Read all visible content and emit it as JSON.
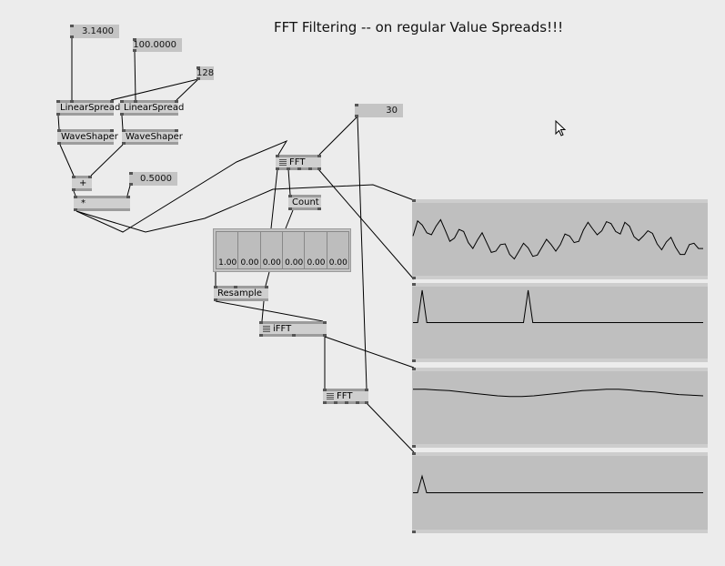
{
  "title": "FFT Filtering -- on regular Value Spreads!!!",
  "ioboxes": {
    "value_3_14": "3.1400",
    "value_100": "100.0000",
    "value_128": "128",
    "value_0_5": "0.5000",
    "value_30": "30"
  },
  "nodes": {
    "linearspread_1": "LinearSpread",
    "linearspread_2": "LinearSpread",
    "waveshaper_1": "WaveShaper",
    "waveshaper_2": "WaveShaper",
    "add": "+",
    "multiply": "*",
    "fft_1": "FFT",
    "count": "Count",
    "resample": "Resample",
    "ifft": "iFFT",
    "fft_2": "FFT"
  },
  "spread_values": [
    "1.00",
    "0.00",
    "0.00",
    "0.00",
    "0.00",
    "0.00"
  ],
  "renderers": [
    {
      "name": "input-signal",
      "values": [
        0.55,
        0.78,
        0.72,
        0.6,
        0.57,
        0.7,
        0.8,
        0.64,
        0.47,
        0.52,
        0.65,
        0.62,
        0.45,
        0.36,
        0.49,
        0.6,
        0.45,
        0.3,
        0.32,
        0.42,
        0.43,
        0.27,
        0.2,
        0.32,
        0.44,
        0.37,
        0.24,
        0.26,
        0.38,
        0.5,
        0.42,
        0.32,
        0.42,
        0.58,
        0.55,
        0.45,
        0.47,
        0.64,
        0.76,
        0.66,
        0.57,
        0.63,
        0.77,
        0.74,
        0.62,
        0.58,
        0.76,
        0.7,
        0.54,
        0.48,
        0.55,
        0.63,
        0.59,
        0.43,
        0.34,
        0.46,
        0.53,
        0.38,
        0.27,
        0.27,
        0.42,
        0.44,
        0.36,
        0.36
      ]
    },
    {
      "name": "fft-spectrum",
      "values": [
        0,
        0,
        0.5,
        0,
        0,
        0,
        0,
        0,
        0,
        0,
        0,
        0,
        0,
        0,
        0,
        0,
        0,
        0,
        0,
        0,
        0,
        0,
        0,
        0,
        0,
        0.5,
        0,
        0,
        0,
        0,
        0,
        0,
        0,
        0,
        0,
        0,
        0,
        0,
        0,
        0,
        0,
        0,
        0,
        0,
        0,
        0,
        0,
        0,
        0,
        0,
        0,
        0,
        0,
        0,
        0,
        0,
        0,
        0,
        0,
        0,
        0,
        0,
        0,
        0
      ]
    },
    {
      "name": "filtered-signal",
      "values": [
        0.78,
        0.78,
        0.77,
        0.76,
        0.74,
        0.72,
        0.7,
        0.68,
        0.67,
        0.67,
        0.68,
        0.7,
        0.72,
        0.74,
        0.76,
        0.77,
        0.78,
        0.78,
        0.77,
        0.75,
        0.74,
        0.72,
        0.7,
        0.69,
        0.68
      ]
    },
    {
      "name": "filtered-spectrum",
      "values": [
        0,
        0,
        0.25,
        0,
        0,
        0,
        0,
        0,
        0,
        0,
        0,
        0,
        0,
        0,
        0,
        0,
        0,
        0,
        0,
        0,
        0,
        0,
        0,
        0,
        0,
        0,
        0,
        0,
        0,
        0,
        0,
        0,
        0,
        0,
        0,
        0,
        0,
        0,
        0,
        0,
        0,
        0,
        0,
        0,
        0,
        0,
        0,
        0,
        0,
        0,
        0,
        0,
        0,
        0,
        0,
        0,
        0,
        0,
        0,
        0,
        0,
        0,
        0,
        0,
        0
      ]
    }
  ],
  "cursor": "arrow-pointer"
}
